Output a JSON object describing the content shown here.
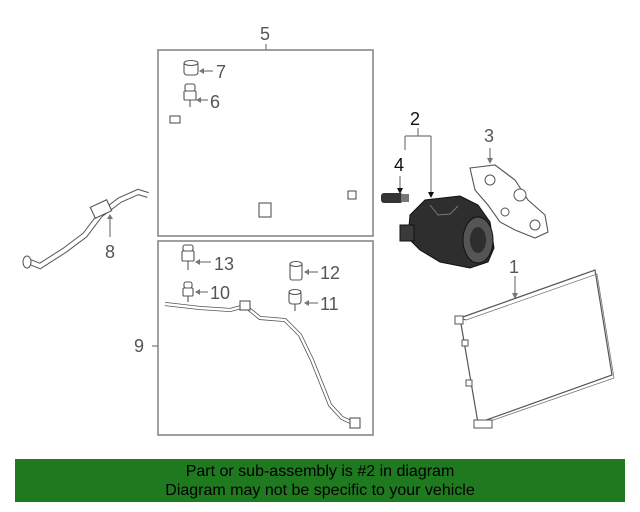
{
  "callouts": {
    "c1": "1",
    "c2": "2",
    "c3": "3",
    "c4": "4",
    "c5": "5",
    "c6": "6",
    "c7": "7",
    "c8": "8",
    "c9": "9",
    "c10": "10",
    "c11": "11",
    "c12": "12",
    "c13": "13"
  },
  "banner": {
    "line1": "Part or sub-assembly is #2 in diagram",
    "line2": "Diagram may not be specific to your vehicle"
  },
  "colors": {
    "banner_bg": "#1f7a1f",
    "line": "#777777",
    "part_dark": "#2e2e2e"
  }
}
